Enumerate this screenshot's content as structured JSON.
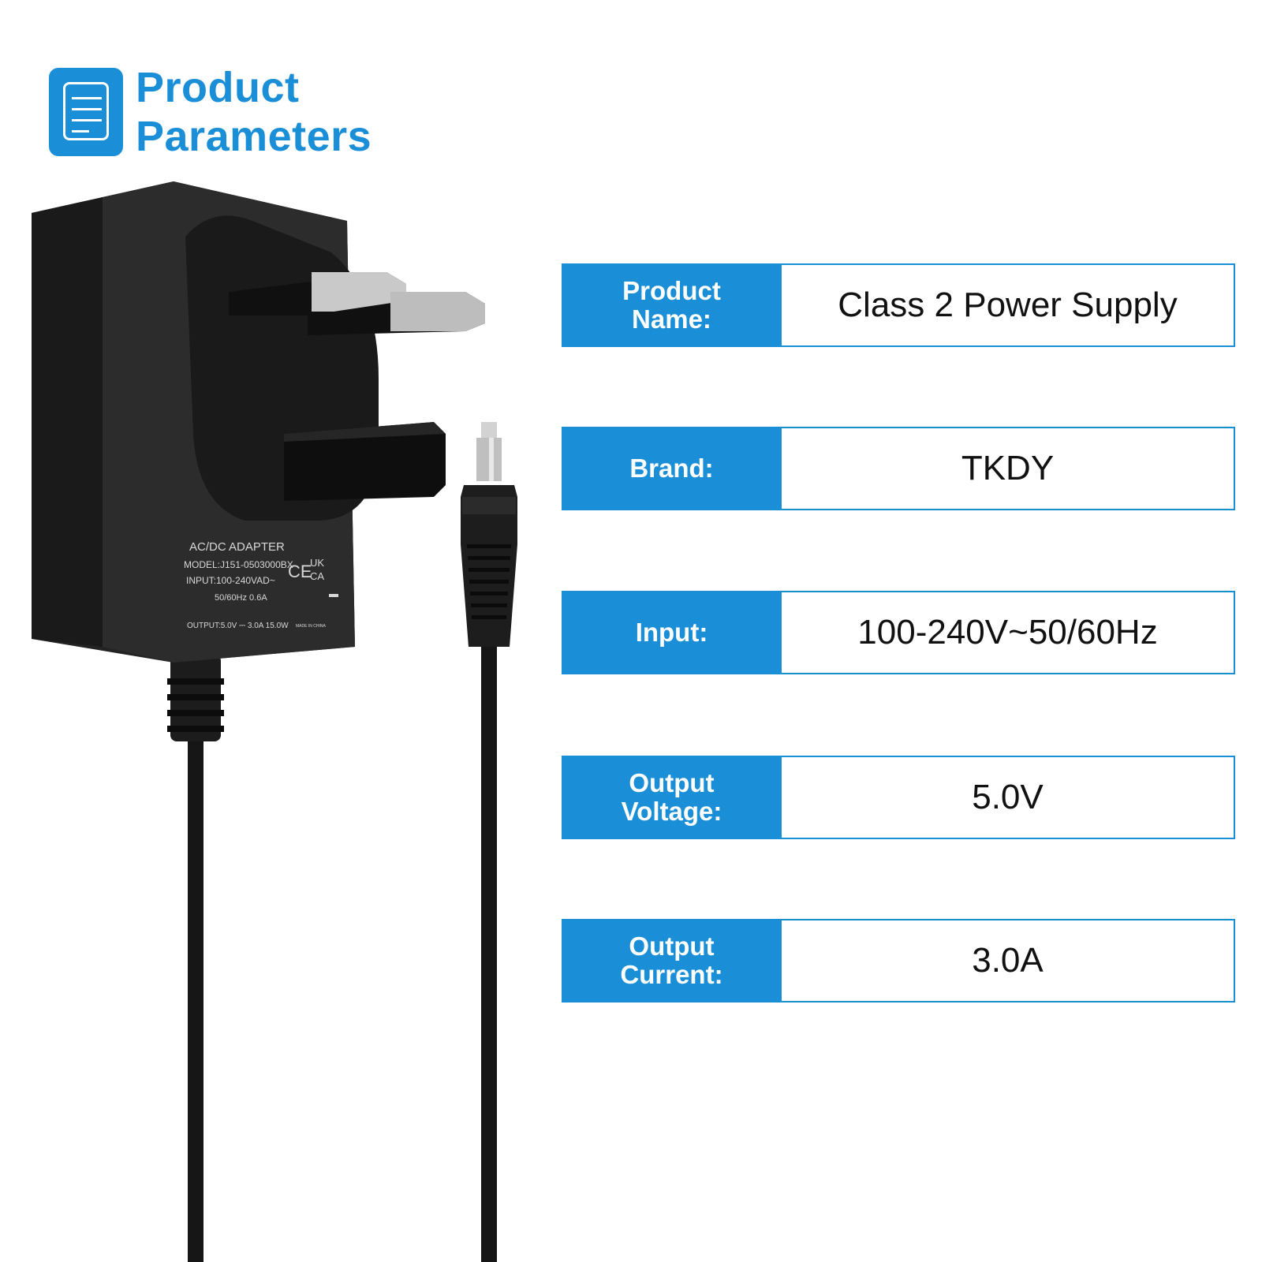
{
  "header": {
    "title_line1": "Product",
    "title_line2": "Parameters"
  },
  "product": {
    "label_line1": "AC/DC ADAPTER",
    "label_line2": "MODEL:J151-0503000BX",
    "label_line3": "INPUT:100-240VAD~",
    "label_line4": "50/60Hz  0.6A",
    "label_line5": "OUTPUT:5.0V ⎓ 3.0A 15.0W",
    "label_made": "MADE IN CHINA",
    "mark_ce": "CE",
    "mark_uk": "UK",
    "mark_ca": "CA"
  },
  "specs": [
    {
      "label": "Product\nName:",
      "value": "Class 2 Power Supply"
    },
    {
      "label": "Brand:",
      "value": "TKDY"
    },
    {
      "label": "Input:",
      "value": "100-240V~50/60Hz"
    },
    {
      "label": "Output\nVoltage:",
      "value": "5.0V"
    },
    {
      "label": "Output\nCurrent:",
      "value": "3.0A"
    }
  ],
  "colors": {
    "accent": "#1a8fd8",
    "adapter": "#1e1e1e",
    "text": "#111111"
  }
}
